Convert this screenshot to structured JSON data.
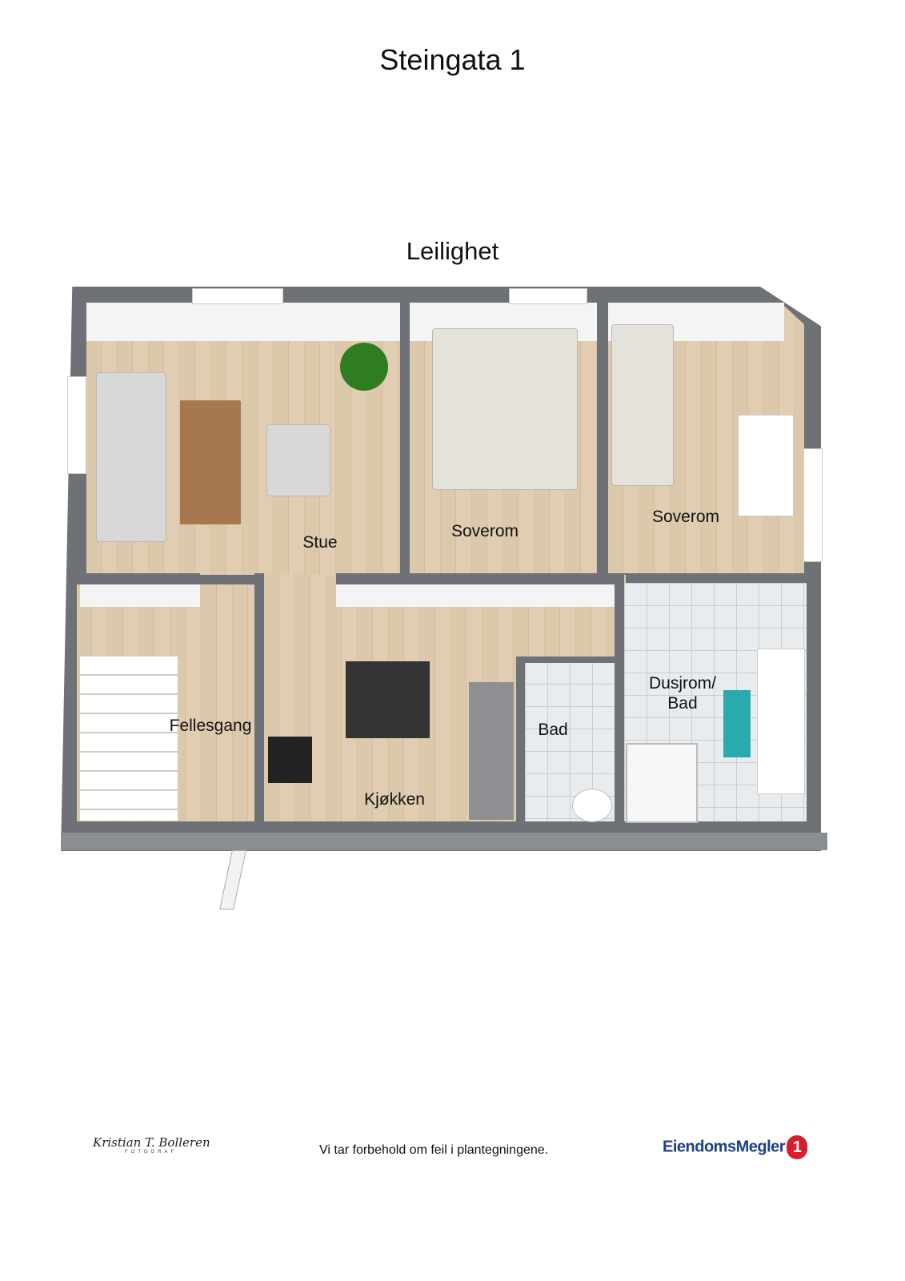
{
  "header": {
    "title": "Steingata 1",
    "subtitle": "Leilighet"
  },
  "rooms": [
    {
      "id": "stue",
      "label": "Stue"
    },
    {
      "id": "soverom-1",
      "label": "Soverom"
    },
    {
      "id": "soverom-2",
      "label": "Soverom"
    },
    {
      "id": "fellesgang",
      "label": "Fellesgang"
    },
    {
      "id": "kjokken",
      "label": "Kjøkken"
    },
    {
      "id": "bad",
      "label": "Bad"
    },
    {
      "id": "dusjrom",
      "label": "Dusjrom/\nBad"
    }
  ],
  "footer": {
    "photographer_signature": "Kristian T. Bolleren",
    "photographer_sub": "FOTOGRAF",
    "disclaimer": "Vi tar forbehold om feil i plantegningene.",
    "brand_logo": "EiendomsMegler",
    "brand_logo_number": "1"
  },
  "colors": {
    "wall": "#6e7176",
    "floor_wood": "#dcc8ab",
    "tile": "#e9ecee",
    "brand": "#1d3f8c",
    "brand_accent": "#d5202b"
  }
}
